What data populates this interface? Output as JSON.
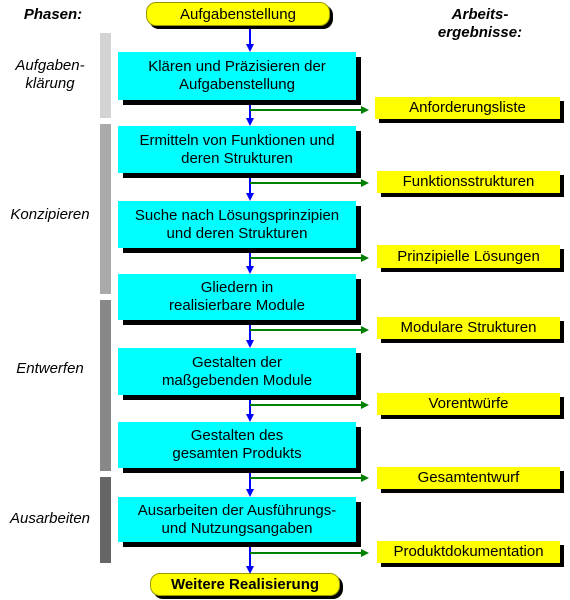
{
  "headers": {
    "phasen": "Phasen:",
    "arbeitsergebnisse_line1": "Arbeits-",
    "arbeitsergebnisse_line2": "ergebnisse:"
  },
  "start": "Aufgabenstellung",
  "end": "Weitere Realisierung",
  "phases": [
    {
      "line1": "Aufgaben-",
      "line2": "klärung",
      "color": "#d3d3d3"
    },
    {
      "line1": "Konzipieren",
      "line2": "",
      "color": "#aaaaaa"
    },
    {
      "line1": "Entwerfen",
      "line2": "",
      "color": "#888888"
    },
    {
      "line1": "Ausarbeiten",
      "line2": "",
      "color": "#666666"
    }
  ],
  "steps": [
    {
      "line1": "Klären und Präzisieren der",
      "line2": "Aufgabenstellung"
    },
    {
      "line1": "Ermitteln von Funktionen und",
      "line2": "deren Strukturen"
    },
    {
      "line1": "Suche nach Lösungsprinzipien",
      "line2": "und deren Strukturen"
    },
    {
      "line1": "Gliedern in",
      "line2": "realisierbare Module"
    },
    {
      "line1": "Gestalten der",
      "line2": "maßgebenden Module"
    },
    {
      "line1": "Gestalten des",
      "line2": "gesamten Produkts"
    },
    {
      "line1": "Ausarbeiten der Ausführungs-",
      "line2": "und Nutzungsangaben"
    }
  ],
  "results": [
    "Anforderungsliste",
    "Funktionsstrukturen",
    "Prinzipielle Lösungen",
    "Modulare Strukturen",
    "Vorentwürfe",
    "Gesamtentwurf",
    "Produktdokumentation"
  ],
  "colors": {
    "step_fill": "#00ffff",
    "result_fill": "#ffff00",
    "flow_arrow": "#0000ff",
    "result_arrow": "#008000"
  }
}
